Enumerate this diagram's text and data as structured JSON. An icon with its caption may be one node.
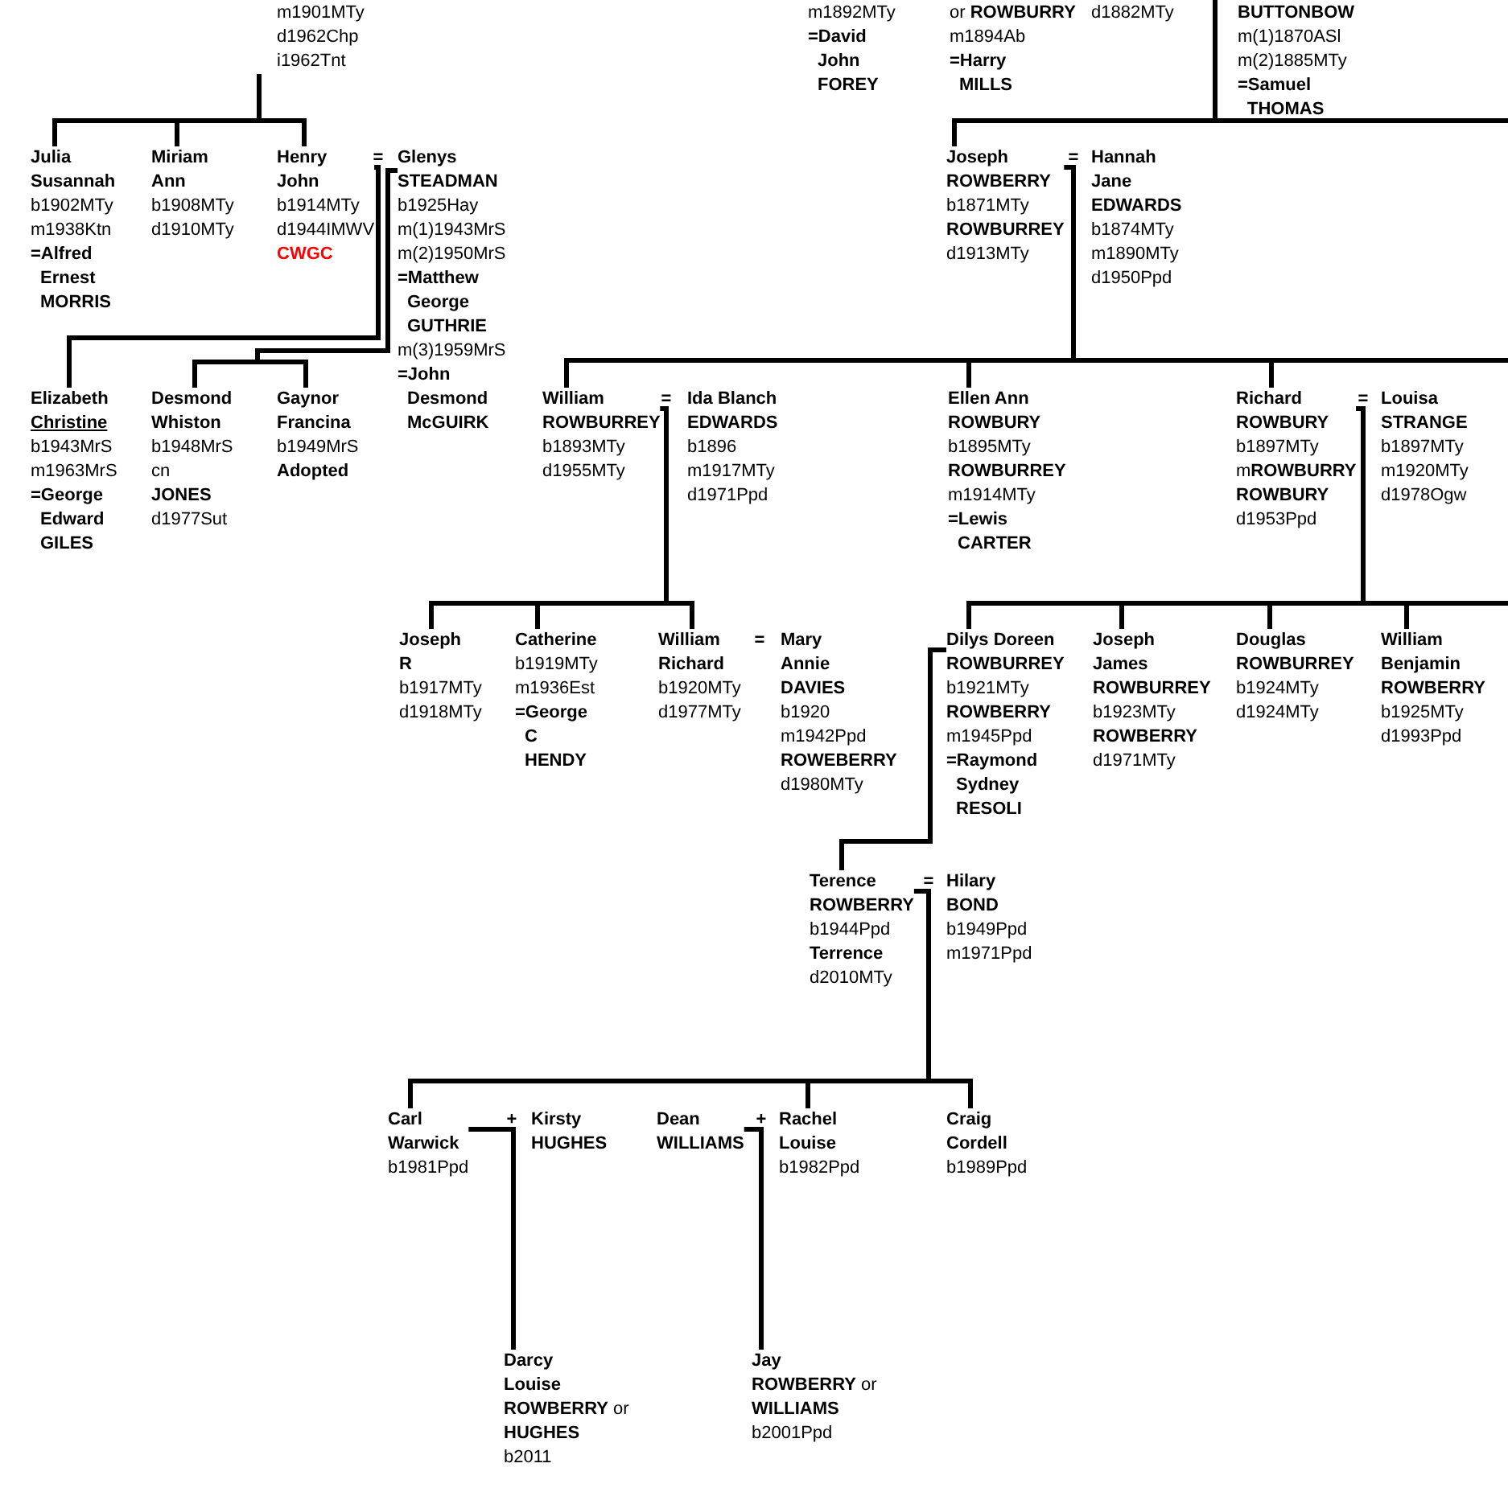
{
  "diagram": {
    "nodes": [
      {
        "text": [
          "m1901MTy",
          "d1962Chp",
          "i1962Tnt"
        ]
      },
      {
        "text": [
          "m1892MTy",
          "=David John FOREY"
        ]
      },
      {
        "text": [
          "or **ROWBURRY**",
          "m1894Ab",
          "=Harry MILLS"
        ]
      },
      {
        "text": [
          "d1882MTy"
        ]
      },
      {
        "text": [
          "BUTTONBOW",
          "m(1)1870ASl",
          "m(2)1885MTy",
          "=Samuel THOMAS"
        ]
      },
      {
        "text": [
          "Julia Susannah",
          "b1902MTy",
          "m1938Ktn",
          "=Alfred Ernest MORRIS"
        ]
      },
      {
        "text": [
          "Miriam Ann",
          "b1908MTy",
          "d1910MTy"
        ]
      },
      {
        "text": [
          "Henry John",
          "b1914MTy",
          "d1944IMWV",
          "CWGC"
        ]
      },
      {
        "text": [
          "Glenys STEADMAN",
          "b1925Hay",
          "m(1)1943MrS",
          "m(2)1950MrS",
          "=Matthew George GUTHRIE",
          "m(3)1959MrS",
          "=John Desmond McGUIRK"
        ]
      },
      {
        "text": [
          "Joseph ROWBERRY",
          "b1871MTy",
          "ROWBURREY",
          "d1913MTy"
        ]
      },
      {
        "text": [
          "Hannah Jane EDWARDS",
          "b1874MTy",
          "m1890MTy",
          "d1950Ppd"
        ]
      },
      {
        "text": [
          "Elizabeth",
          "Christine",
          "b1943MrS",
          "m1963MrS",
          "=George Edward GILES"
        ]
      },
      {
        "text": [
          "Desmond Whiston",
          "b1948MrS",
          "cn",
          "JONES",
          "d1977Sut"
        ]
      },
      {
        "text": [
          "Gaynor Francina",
          "b1949MrS",
          "Adopted"
        ]
      },
      {
        "text": [
          "William ROWBURREY",
          "b1893MTy",
          "d1955MTy"
        ]
      },
      {
        "text": [
          "Ida Blanch EDWARDS",
          "b1896",
          "m1917MTy",
          "d1971Ppd"
        ]
      },
      {
        "text": [
          "Ellen Ann ROWBURY",
          "b1895MTy",
          "ROWBURREY",
          "m1914MTy",
          "=Lewis CARTER"
        ]
      },
      {
        "text": [
          "Richard ROWBURY",
          "b1897MTy",
          "m**ROWBURRY**",
          "ROWBURY",
          "d1953Ppd"
        ]
      },
      {
        "text": [
          "Louisa STRANGE",
          "b1897MTy",
          "m1920MTy",
          "d1978Ogw"
        ]
      },
      {
        "text": [
          "Joseph R",
          "b1917MTy",
          "d1918MTy"
        ]
      },
      {
        "text": [
          "Catherine",
          "b1919MTy",
          "m1936Est",
          "=George C HENDY"
        ]
      },
      {
        "text": [
          "William Richard",
          "b1920MTy",
          "d1977MTy"
        ]
      },
      {
        "text": [
          "Mary Annie DAVIES",
          "b1920",
          "m1942Ppd",
          "ROWEBERRY",
          "d1980MTy"
        ]
      },
      {
        "text": [
          "Dilys Doreen ROWBURREY",
          "b1921MTy",
          "ROWBERRY",
          "m1945Ppd",
          "=Raymond Sydney RESOLI"
        ]
      },
      {
        "text": [
          "Joseph James ROWBURREY",
          "b1923MTy",
          "ROWBERRY",
          "d1971MTy"
        ]
      },
      {
        "text": [
          "Douglas ROWBURREY",
          "b1924MTy",
          "d1924MTy"
        ]
      },
      {
        "text": [
          "William Benjamin ROWBERRY",
          "b1925MTy",
          "d1993Ppd"
        ]
      },
      {
        "text": [
          "Terence ROWBERRY",
          "b1944Ppd",
          "Terrence",
          "d2010MTy"
        ]
      },
      {
        "text": [
          "Hilary BOND",
          "b1949Ppd",
          "m1971Ppd"
        ]
      },
      {
        "text": [
          "Carl Warwick",
          "b1981Ppd"
        ]
      },
      {
        "text": [
          "Kirsty HUGHES"
        ]
      },
      {
        "text": [
          "Dean WILLIAMS"
        ]
      },
      {
        "text": [
          "Rachel Louise",
          "b1982Ppd"
        ]
      },
      {
        "text": [
          "Craig Cordell",
          "b1989Ppd"
        ]
      },
      {
        "text": [
          "Darcy Louise",
          "**ROWBERRY** or",
          "HUGHES",
          "b2011"
        ]
      },
      {
        "text": [
          "Jay",
          "**ROWBERRY** or",
          "WILLIAMS",
          "b2001Ppd"
        ]
      }
    ],
    "edges": [
      {
        "from": 0,
        "to": 5,
        "arrow": "none"
      },
      {
        "from": 0,
        "to": 6,
        "arrow": "none"
      },
      {
        "from": 0,
        "to": 7,
        "arrow": "none"
      },
      {
        "from": null,
        "to": 9,
        "arrow": "none"
      },
      {
        "from": 7,
        "to": 11,
        "arrow": "none"
      },
      {
        "from": 8,
        "to": 12,
        "arrow": "none"
      },
      {
        "from": 8,
        "to": 13,
        "arrow": "none"
      },
      {
        "from": 9,
        "to": 14,
        "arrow": "none"
      },
      {
        "from": 9,
        "to": 16,
        "arrow": "none"
      },
      {
        "from": 9,
        "to": 17,
        "arrow": "none"
      },
      {
        "from": 14,
        "to": 19,
        "arrow": "none"
      },
      {
        "from": 14,
        "to": 20,
        "arrow": "none"
      },
      {
        "from": 14,
        "to": 21,
        "arrow": "none"
      },
      {
        "from": 17,
        "to": 23,
        "arrow": "none"
      },
      {
        "from": 17,
        "to": 24,
        "arrow": "none"
      },
      {
        "from": 17,
        "to": 25,
        "arrow": "none"
      },
      {
        "from": 17,
        "to": 26,
        "arrow": "none"
      },
      {
        "from": 23,
        "to": 27,
        "arrow": "none"
      },
      {
        "from": 27,
        "to": 29,
        "arrow": "none"
      },
      {
        "from": 27,
        "to": 32,
        "arrow": "none"
      },
      {
        "from": 27,
        "to": 33,
        "arrow": "none"
      },
      {
        "from": 29,
        "to": 34,
        "arrow": "none"
      },
      {
        "from": 31,
        "to": 35,
        "arrow": "none"
      }
    ],
    "labels": [
      "=",
      "=",
      "=",
      "=",
      "=",
      "=",
      "+",
      "+"
    ]
  }
}
